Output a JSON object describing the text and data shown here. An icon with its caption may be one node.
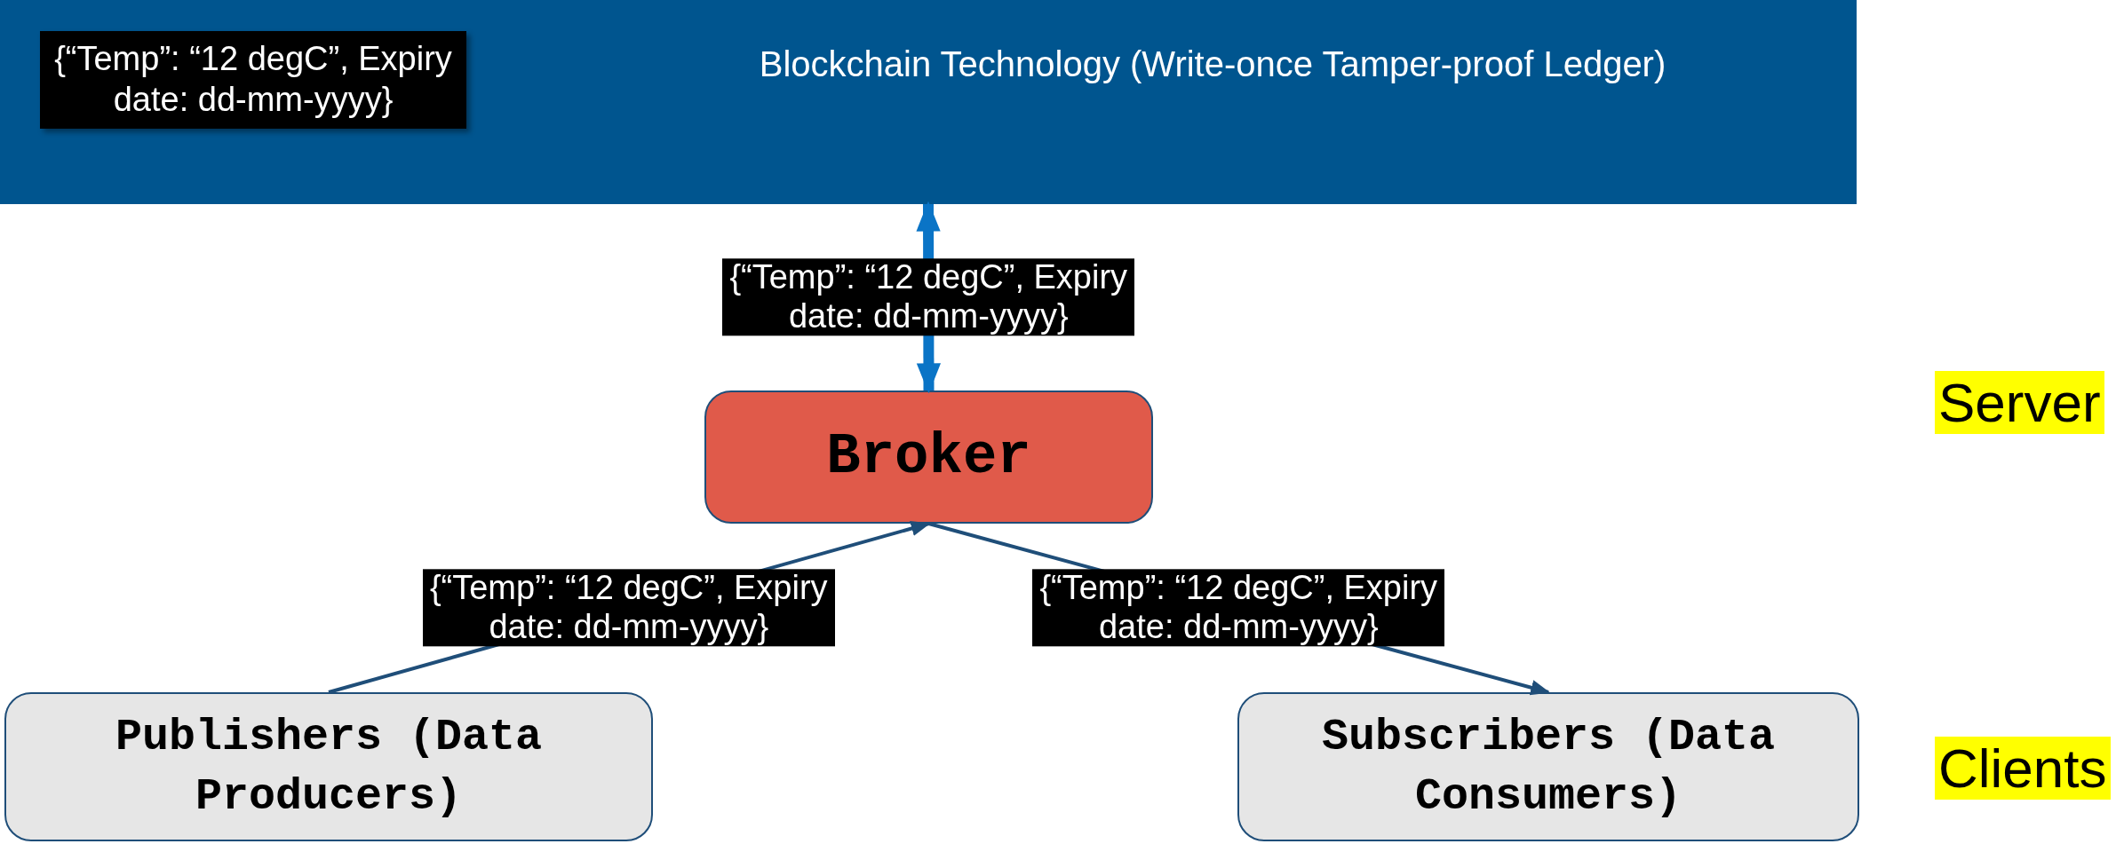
{
  "diagram": {
    "nodes": [
      {
        "text": [
          "Blockchain Technology (Write-once Tamper-proof Ledger)"
        ]
      },
      {
        "text": [
          "{“Temp”: “12 degC”, Expiry date: dd-mm-yyyy}"
        ],
        "in": 0
      },
      {
        "text": [
          "Broker"
        ]
      },
      {
        "text": [
          "Publishers (Data Producers)"
        ]
      },
      {
        "text": [
          "Subscribers (Data Consumers)"
        ]
      }
    ],
    "edges": [
      {
        "from": 2,
        "to": 0,
        "arrow": "both",
        "label": "{“Temp”: “12 degC”, Expiry date: dd-mm-yyyy}",
        "style": "thick",
        "color": "#0a74c6"
      },
      {
        "from": 3,
        "to": 2,
        "arrow": "to",
        "label": "{“Temp”: “12 degC”, Expiry date: dd-mm-yyyy}"
      },
      {
        "from": 2,
        "to": 4,
        "arrow": "to",
        "label": "{“Temp”: “12 degC”, Expiry date: dd-mm-yyyy}"
      }
    ],
    "labels": [
      "Server",
      "Clients"
    ]
  }
}
